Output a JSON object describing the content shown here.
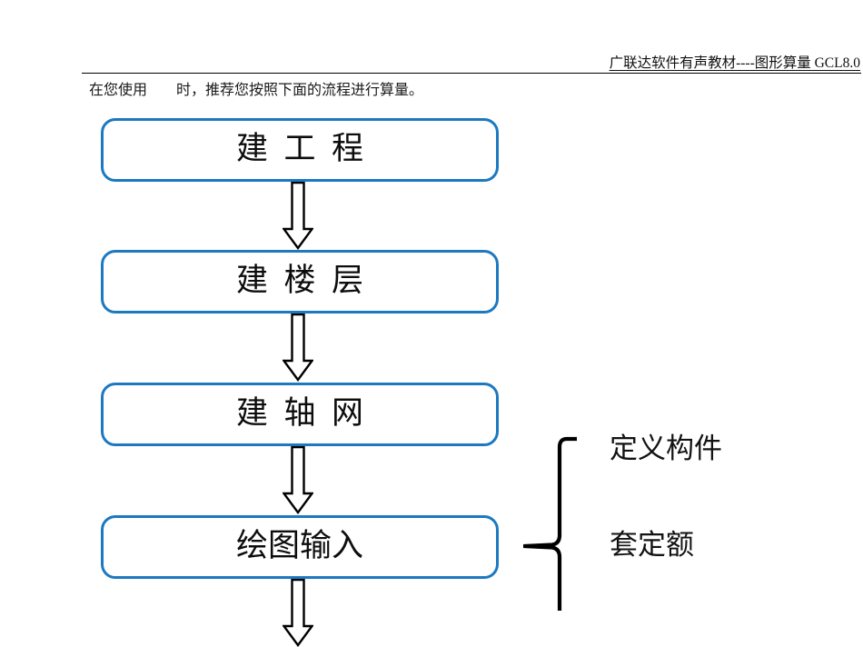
{
  "document": {
    "header": {
      "running_head": "广联达软件有声教材----图形算量 GCL8.0"
    },
    "intro_paragraph": "在您使用        时，推荐您按照下面的流程进行算量。"
  },
  "flowchart": {
    "accent_color": "#1C79C0",
    "arrow_outline_color": "#000000",
    "arrow_fill_color": "#FFFFFF",
    "boxes": [
      {
        "label": "建  工  程"
      },
      {
        "label": "建  楼  层"
      },
      {
        "label": "建  轴  网"
      },
      {
        "label": "绘图输入"
      }
    ],
    "arrows": [
      {
        "direction": "down"
      },
      {
        "direction": "down"
      },
      {
        "direction": "down"
      },
      {
        "direction": "down"
      }
    ],
    "brace_labels": [
      {
        "label": "定义构件"
      },
      {
        "label": "套定额"
      }
    ]
  }
}
